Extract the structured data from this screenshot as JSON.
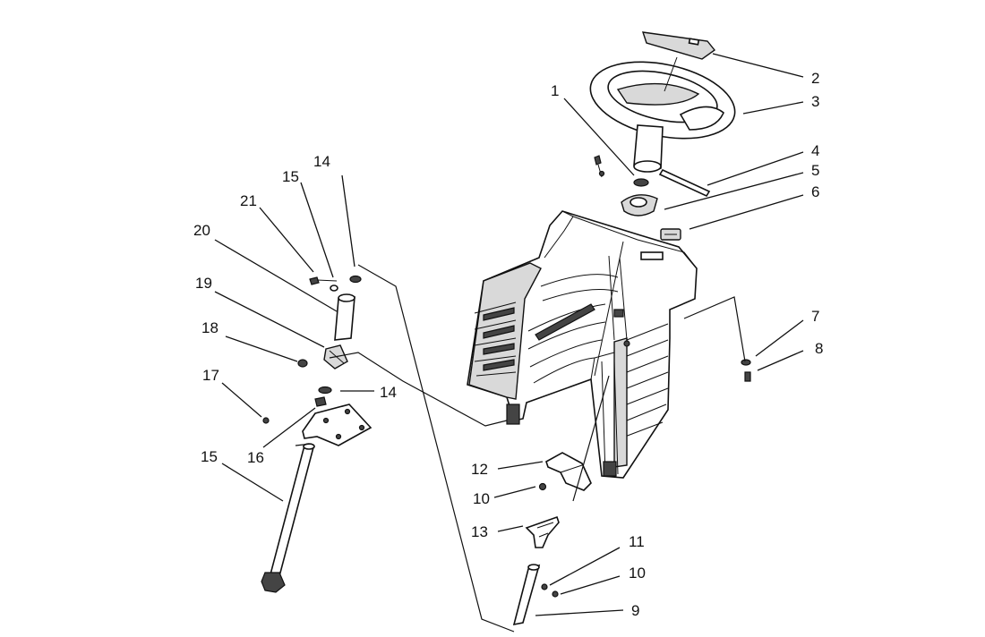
{
  "callouts": [
    {
      "id": "c1",
      "text": "1"
    },
    {
      "id": "c2",
      "text": "2"
    },
    {
      "id": "c3",
      "text": "3"
    },
    {
      "id": "c4",
      "text": "4"
    },
    {
      "id": "c5",
      "text": "5"
    },
    {
      "id": "c6",
      "text": "6"
    },
    {
      "id": "c7",
      "text": "7"
    },
    {
      "id": "c8",
      "text": "8"
    },
    {
      "id": "c9",
      "text": "9"
    },
    {
      "id": "c10a",
      "text": "10"
    },
    {
      "id": "c10b",
      "text": "10"
    },
    {
      "id": "c11",
      "text": "11"
    },
    {
      "id": "c12",
      "text": "12"
    },
    {
      "id": "c13",
      "text": "13"
    },
    {
      "id": "c14a",
      "text": "14"
    },
    {
      "id": "c14b",
      "text": "14"
    },
    {
      "id": "c15a",
      "text": "15"
    },
    {
      "id": "c15b",
      "text": "15"
    },
    {
      "id": "c16",
      "text": "16"
    },
    {
      "id": "c17",
      "text": "17"
    },
    {
      "id": "c18",
      "text": "18"
    },
    {
      "id": "c19",
      "text": "19"
    },
    {
      "id": "c20",
      "text": "20"
    },
    {
      "id": "c21",
      "text": "21"
    }
  ]
}
